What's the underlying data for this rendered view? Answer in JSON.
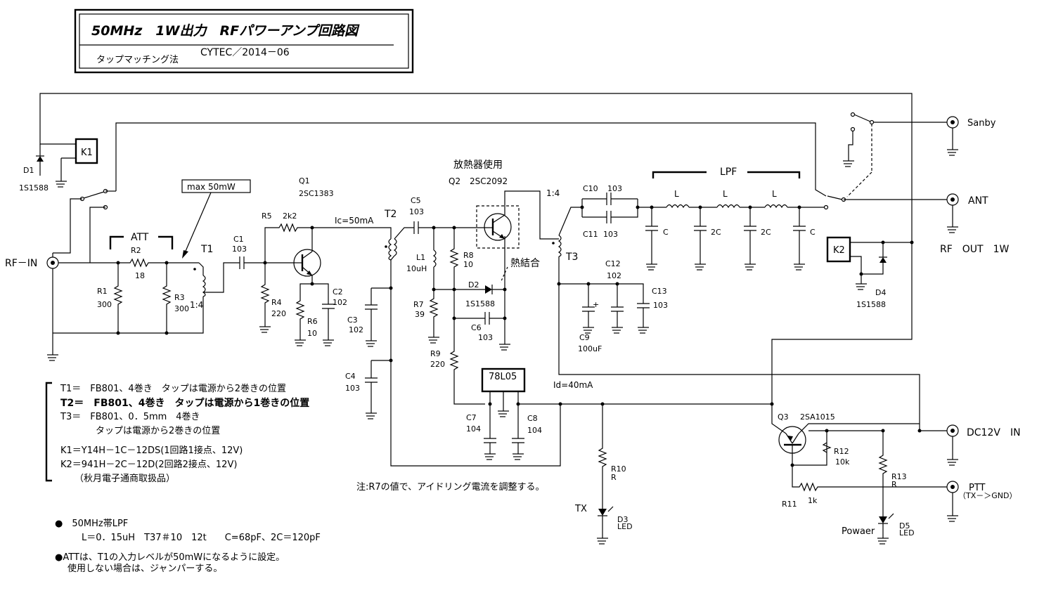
{
  "title": {
    "main": "50MHz　1W出力　RFパワーアンプ回路図",
    "method": "タップマッチング法",
    "credit": "CYTEC／2014－06"
  },
  "labels": {
    "rf_in": "RF－IN",
    "att": "ATT",
    "max_power": "max 50mW",
    "t1": "T1",
    "t1_ratio": "1:4",
    "t2": "T2",
    "t3": "T3",
    "t3_ratio": "1:4",
    "q1": "Q1",
    "q1_part": "2SC1383",
    "q2": "Q2",
    "q2_part": "2SC2092",
    "heatsink": "放熱器使用",
    "thermal": "熱結合",
    "ic": "Ic=50mA",
    "id": "Id=40mA",
    "lpf": "LPF",
    "sanby": "Sanby",
    "ant": "ANT",
    "rf_out": "RF　OUT　1W",
    "dc_in": "DC12V　IN",
    "ptt": "PTT",
    "ptt_note": "（TX－＞GND）",
    "tx": "TX",
    "power": "Powaer",
    "reg": "78L05",
    "k1": "K1",
    "k2": "K2",
    "q3": "Q3",
    "q3_part": "2SA1015",
    "d1": "D1",
    "d1_part": "1S1588",
    "d2": "D2",
    "d2_part": "1S1588",
    "d3": "D3",
    "d3_led": "LED",
    "d4": "D4",
    "d4_part": "1S1588",
    "d5": "D5",
    "d5_led": "LED",
    "r1": "R1",
    "r1_v": "300",
    "r2": "R2",
    "r2_v": "18",
    "r3": "R3",
    "r3_v": "300",
    "r4": "R4",
    "r4_v": "220",
    "r5": "R5",
    "r5_v": "2k2",
    "r6": "R6",
    "r6_v": "10",
    "r7": "R7",
    "r7_v": "39",
    "r8": "R8",
    "r8_v": "10",
    "r9": "R9",
    "r9_v": "220",
    "r10": "R10",
    "r10_v": "R",
    "r11": "R11",
    "r11_v": "1k",
    "r12": "R12",
    "r12_v": "10k",
    "r13": "R13",
    "r13_v": "R",
    "c1": "C1",
    "c1_v": "103",
    "c2": "C2",
    "c2_v": "102",
    "c3": "C3",
    "c3_v": "102",
    "c4": "C4",
    "c4_v": "103",
    "c5": "C5",
    "c5_v": "103",
    "c6": "C6",
    "c6_v": "103",
    "c7": "C7",
    "c7_v": "104",
    "c8": "C8",
    "c8_v": "104",
    "c9": "C9",
    "c9_v": "100uF",
    "c10": "C10",
    "c10_v": "103",
    "c11": "C11",
    "c11_v": "103",
    "c12": "C12",
    "c12_v": "102",
    "c13": "C13",
    "c13_v": "103",
    "l1": "L1",
    "l1_v": "10uH",
    "lpf_l": "L",
    "lpf_c": "C",
    "lpf_2c": "2C"
  },
  "notes": {
    "t1": "T1＝　FB801、4巻き　タップは電源から2巻きの位置",
    "t2": "T2＝　FB801、4巻き　タップは電源から1巻きの位置",
    "t3": "T3＝　FB801、0．5mm　4巻き",
    "t3b": "タップは電源から2巻きの位置",
    "k1": "K1＝Y14H－1C－12DS(1回路1接点、12V)",
    "k2": "K2＝941H－2C－12D(2回路2接点、12V)",
    "akizuki": "（秋月電子通商取扱品）",
    "r7": "注:R7の値で、アイドリング電流を調整する。",
    "lpf_head": "●　50MHz帯LPF",
    "lpf_spec": "L＝0．15uH　T37＃10　12t　　C=68pF、2C＝120pF",
    "att1": "●ATTは、T1の入力レベルが50mWになるように設定。",
    "att2": "使用しない場合は、ジャンパーする。"
  }
}
